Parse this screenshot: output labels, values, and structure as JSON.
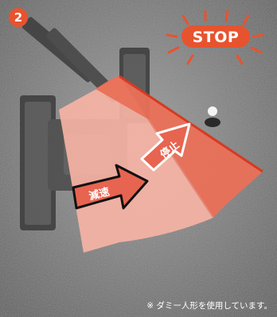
{
  "step_number": "2",
  "stop_badge": {
    "label": "STOP"
  },
  "zones": {
    "decelerate_label": "減速",
    "stop_label": "停止"
  },
  "caption": "※ ダミー人形を使用しています。",
  "colors": {
    "badge_red": "#e7532f",
    "zone_light": "#f6b3a4",
    "zone_dark": "#ea7059",
    "edge_red": "#d73a21",
    "arrow_outline": "#111111",
    "arrow_fill": "#e76450"
  },
  "icons": [
    "step-number-badge",
    "stop-burst-icon",
    "dummy-figure-icon"
  ]
}
